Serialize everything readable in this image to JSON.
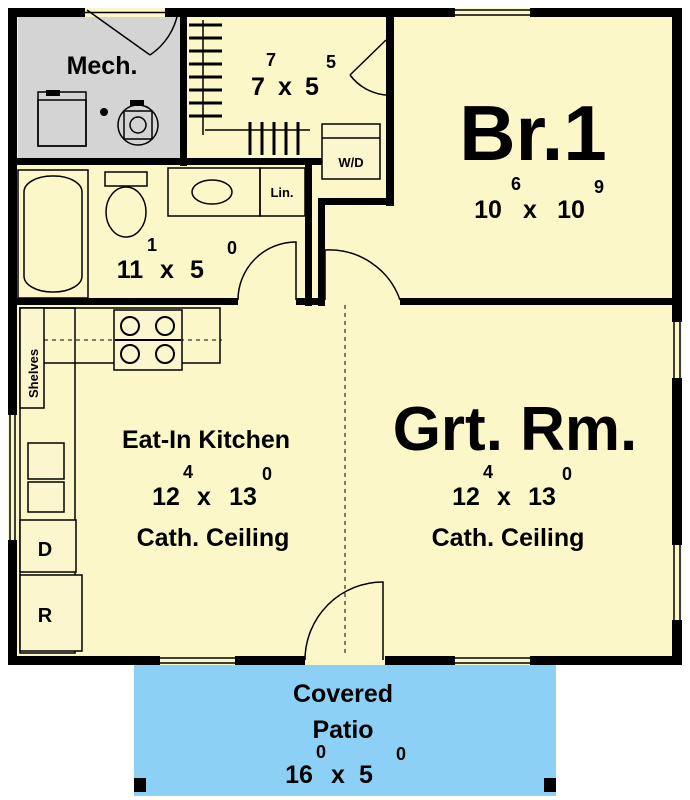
{
  "colors": {
    "floor": "#fcf7c9",
    "mech_floor": "#d4d4d4",
    "patio": "#8cd0f6",
    "wall": "#000000"
  },
  "rooms": {
    "mech": {
      "label": "Mech."
    },
    "closet": {
      "d1": "7",
      "d1_sup": "7",
      "d2": "5",
      "d2_sup": "5"
    },
    "bedroom": {
      "label": "Br.1",
      "d1": "10",
      "d1_sup": "6",
      "d2": "10",
      "d2_sup": "9"
    },
    "bath": {
      "d1": "11",
      "d1_sup": "1",
      "d2": "5",
      "d2_sup": "0"
    },
    "kitchen": {
      "label": "Eat-In Kitchen",
      "d1": "12",
      "d1_sup": "4",
      "d2": "13",
      "d2_sup": "0",
      "note": "Cath. Ceiling"
    },
    "great_room": {
      "label": "Grt. Rm.",
      "d1": "12",
      "d1_sup": "4",
      "d2": "13",
      "d2_sup": "0",
      "note": "Cath. Ceiling"
    },
    "patio": {
      "label_line1": "Covered",
      "label_line2": "Patio",
      "d1": "16",
      "d1_sup": "0",
      "d2": "5",
      "d2_sup": "0"
    }
  },
  "fixtures": {
    "washer_dryer": "W/D",
    "linen": "Lin.",
    "shelves": "Shelves",
    "dishwasher": "D",
    "refrigerator": "R",
    "dim_separator": "x"
  }
}
